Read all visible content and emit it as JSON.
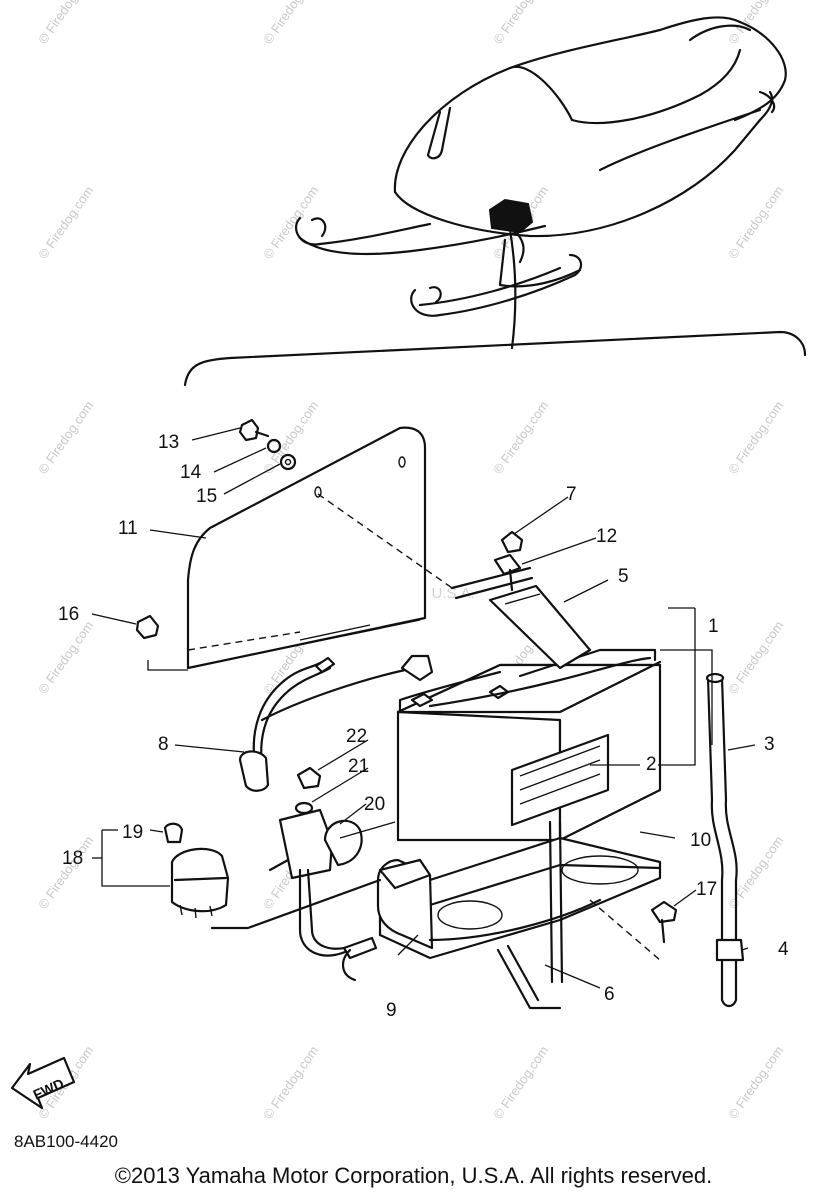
{
  "diagram": {
    "callouts": {
      "c1": "1",
      "c2": "2",
      "c3": "3",
      "c4": "4",
      "c5": "5",
      "c6": "6",
      "c7": "7",
      "c8": "8",
      "c9": "9",
      "c10": "10",
      "c11": "11",
      "c12": "12",
      "c13": "13",
      "c14": "14",
      "c15": "15",
      "c16": "16",
      "c17": "17",
      "c18": "18",
      "c19": "19",
      "c20": "20",
      "c21": "21",
      "c22": "22"
    },
    "fwd_label": "FWD",
    "watermark": "© Firedog.com",
    "center_watermark": "Yamaha Motor Corp., U.S.A."
  },
  "footer": {
    "diagram_code": "8AB100-4420",
    "copyright": "©2013 Yamaha Motor Corporation, U.S.A. All rights reserved."
  }
}
